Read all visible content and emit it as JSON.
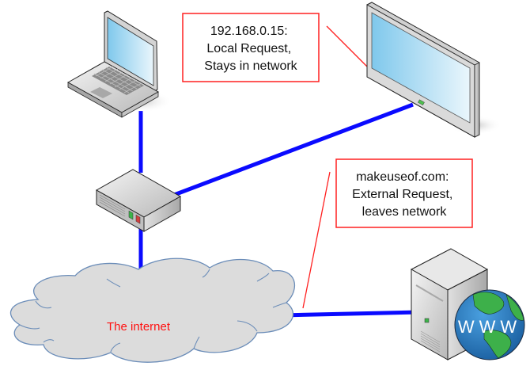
{
  "diagram": {
    "title": "Local vs external network requests",
    "colors": {
      "link": "#0a0aff",
      "callout": "#ff2020",
      "cloud_fill": "#dddddd",
      "cloud_stroke": "#6a8cb8",
      "cloud_text": "#ff1010",
      "screen": "#8fd0ee",
      "globe_ocean": "#2a7fc4",
      "globe_land": "#3db04a"
    },
    "nodes": {
      "laptop": {
        "label": "Laptop"
      },
      "tv": {
        "label": "Smart TV"
      },
      "router": {
        "label": "Router"
      },
      "cloud": {
        "label": "The internet"
      },
      "server": {
        "label": "Web server",
        "globe_text": "WWW"
      }
    },
    "callouts": [
      {
        "id": "local",
        "lines": [
          "192.168.0.15:",
          "Local Request,",
          "Stays in network"
        ]
      },
      {
        "id": "external",
        "lines": [
          "makeuseof.com:",
          "External Request,",
          "leaves network"
        ]
      }
    ],
    "links": [
      {
        "from": "laptop",
        "to": "router"
      },
      {
        "from": "router",
        "to": "tv"
      },
      {
        "from": "router",
        "to": "cloud"
      },
      {
        "from": "cloud",
        "to": "server"
      }
    ]
  }
}
